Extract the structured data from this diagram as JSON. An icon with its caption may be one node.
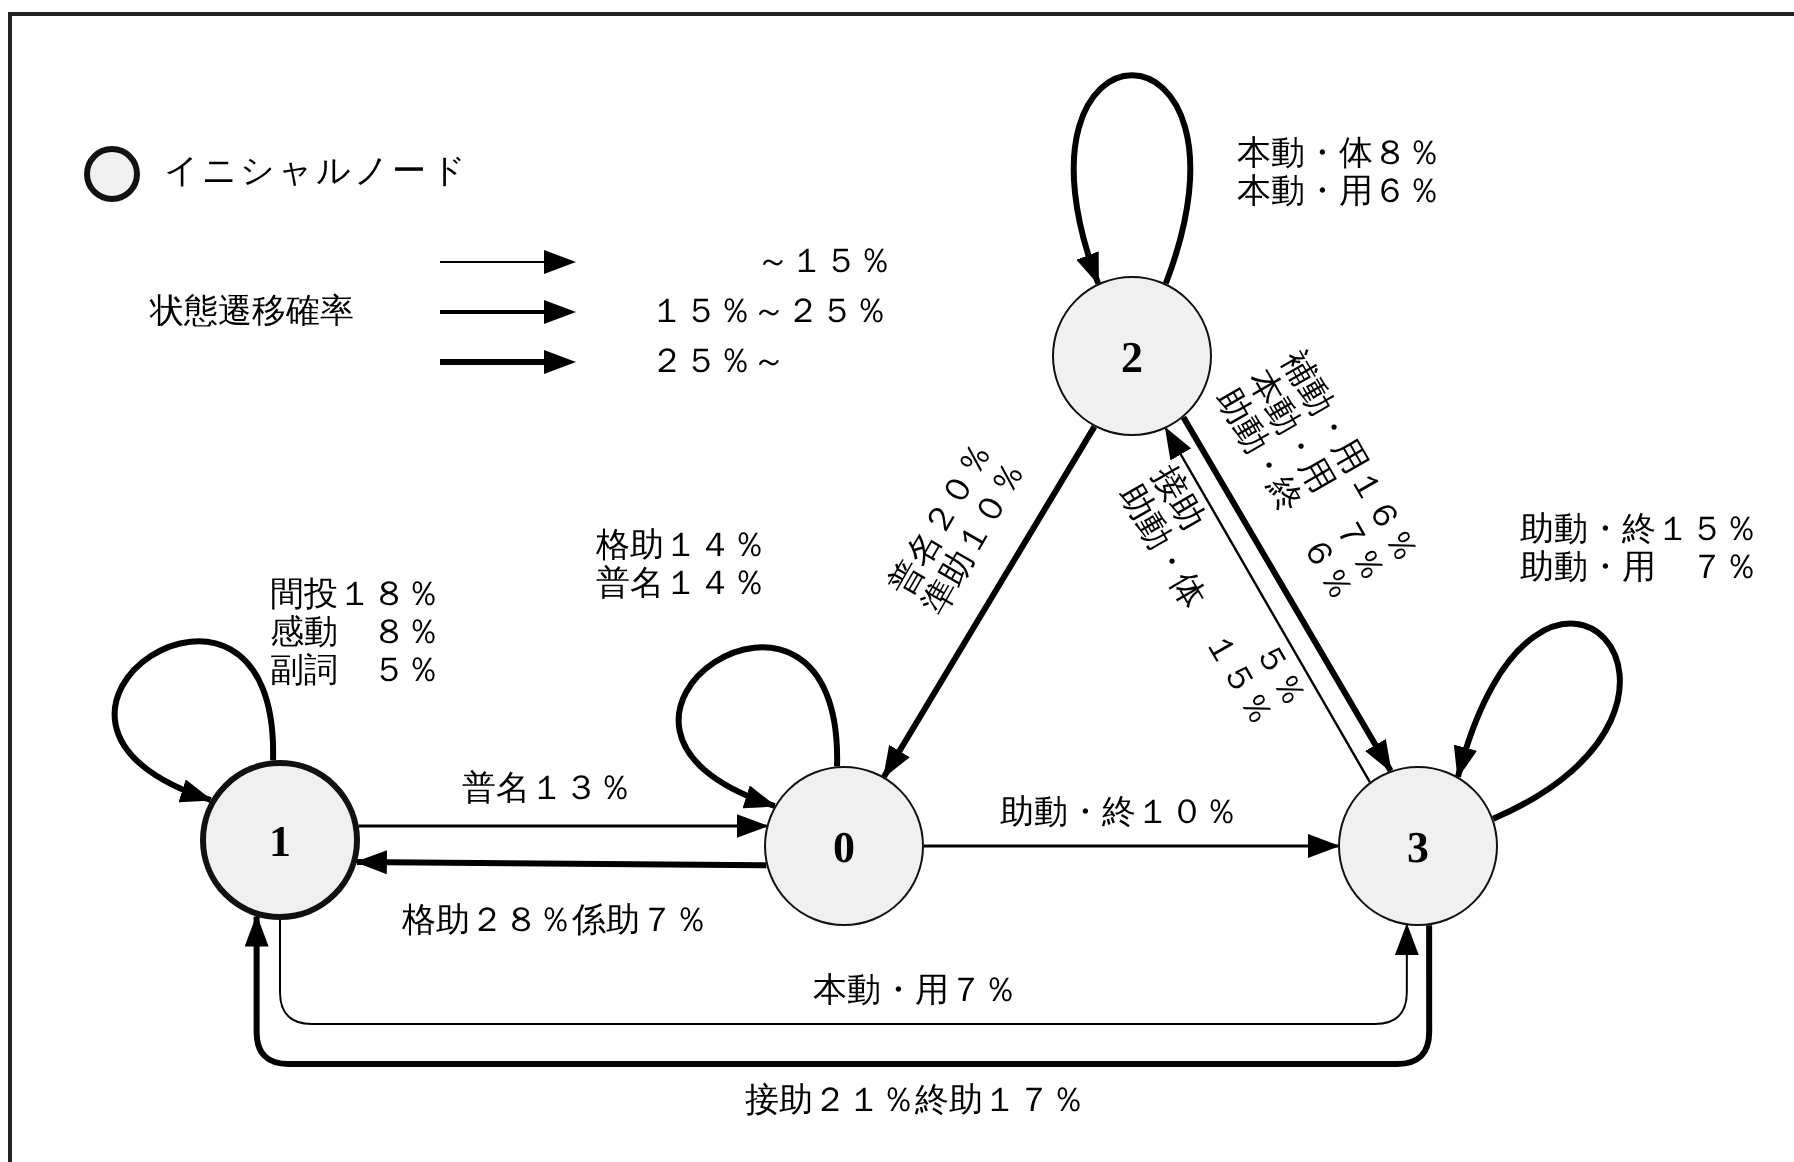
{
  "diagram": {
    "nodes": [
      {
        "text": [
          "2"
        ]
      },
      {
        "text": [
          "1"
        ]
      },
      {
        "text": [
          "0"
        ]
      },
      {
        "text": [
          "3"
        ]
      }
    ],
    "edges": [
      {
        "from": 1,
        "to": 1,
        "arrow": "to",
        "label": "間投１８％感動　８％副詞　５％"
      },
      {
        "from": 2,
        "to": 2,
        "arrow": "to",
        "label": "格助１４％普名１４％"
      },
      {
        "from": 0,
        "to": 0,
        "arrow": "to",
        "label": "本動・体８％本動・用６％"
      },
      {
        "from": 3,
        "to": 3,
        "arrow": "to",
        "label": "助動・終１５％助動・用　７％"
      },
      {
        "from": 1,
        "to": 2,
        "arrow": "to",
        "label": "普名１３％"
      },
      {
        "from": 2,
        "to": 1,
        "arrow": "to",
        "label": "格助２８％係助７％"
      },
      {
        "from": 2,
        "to": 3,
        "arrow": "to",
        "label": "助動・終１０％"
      },
      {
        "from": 0,
        "to": 2,
        "arrow": "to",
        "label": "普名２０％準助１０％"
      },
      {
        "from": 3,
        "to": 0,
        "arrow": "to",
        "label": "接助　　　　５％助動・体　１５％"
      },
      {
        "from": 0,
        "to": 3,
        "arrow": "to",
        "label": "補動・用１６％本動・用　７％助動・終　６％"
      },
      {
        "from": 1,
        "to": 3,
        "arrow": "to",
        "label": "本動・用７％"
      },
      {
        "from": 3,
        "to": 1,
        "arrow": "to",
        "label": "接助２１％終助１７％"
      }
    ],
    "labels": [
      "状態遷移確率"
    ],
    "legend": [
      {
        "text": "イニシャルノード"
      },
      {
        "text": "～１５％"
      },
      {
        "text": "１５％～２５％"
      },
      {
        "text": "２５％～"
      }
    ]
  }
}
